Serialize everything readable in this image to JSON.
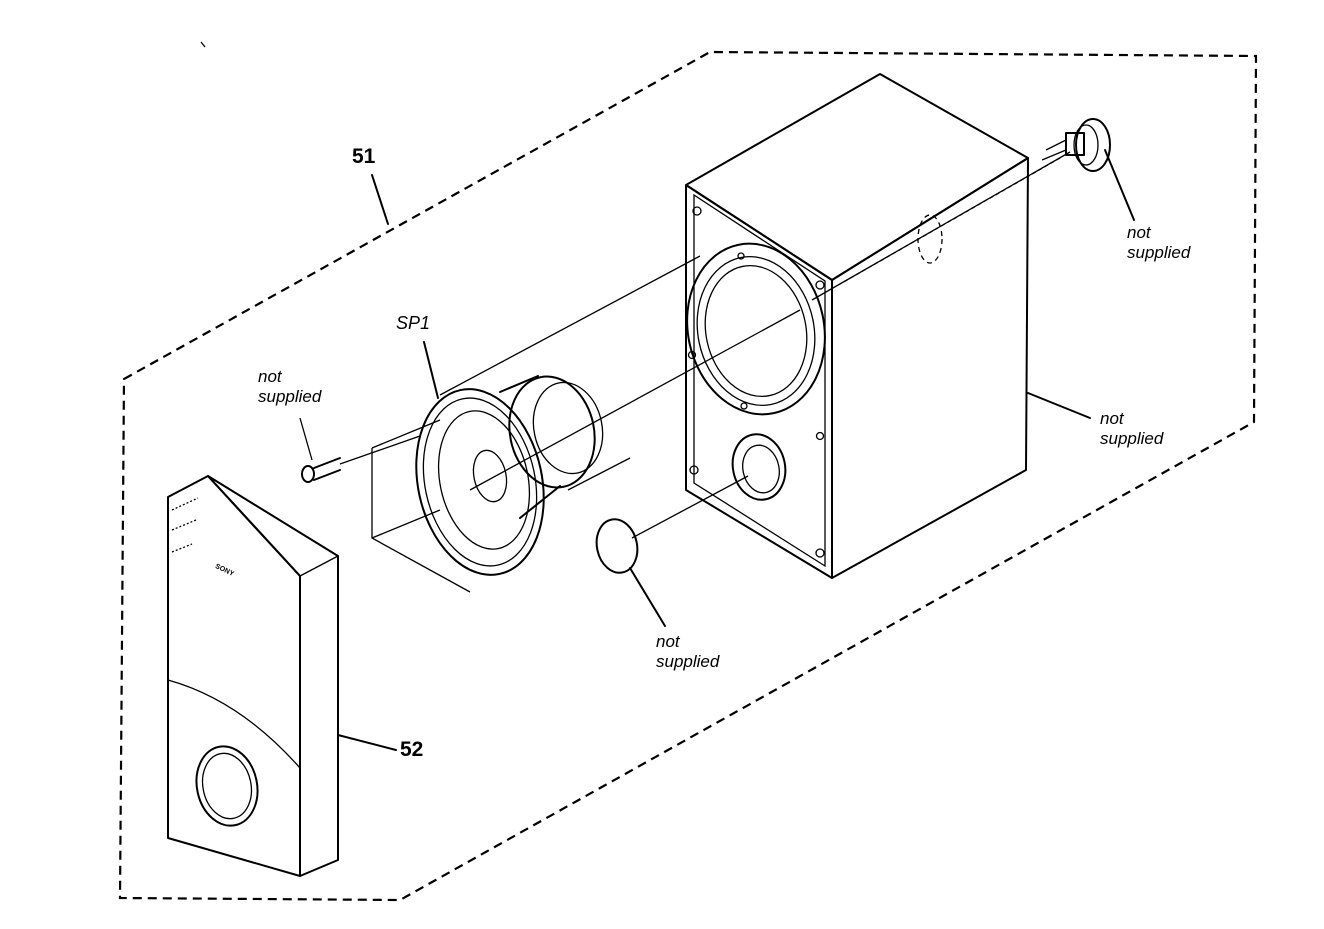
{
  "callouts": {
    "assembly_51": "51",
    "grille_52": "52",
    "speaker_sp1": "SP1",
    "screw_note": {
      "line1": "not",
      "line2": "supplied"
    },
    "terminal_note": {
      "line1": "not",
      "line2": "supplied"
    },
    "cabinet_note": {
      "line1": "not",
      "line2": "supplied"
    },
    "port_ring_note": {
      "line1": "not",
      "line2": "supplied"
    }
  },
  "grille_brand": "SONY",
  "icons": [
    "screw-icon",
    "terminal-icon",
    "port-ring-icon"
  ]
}
